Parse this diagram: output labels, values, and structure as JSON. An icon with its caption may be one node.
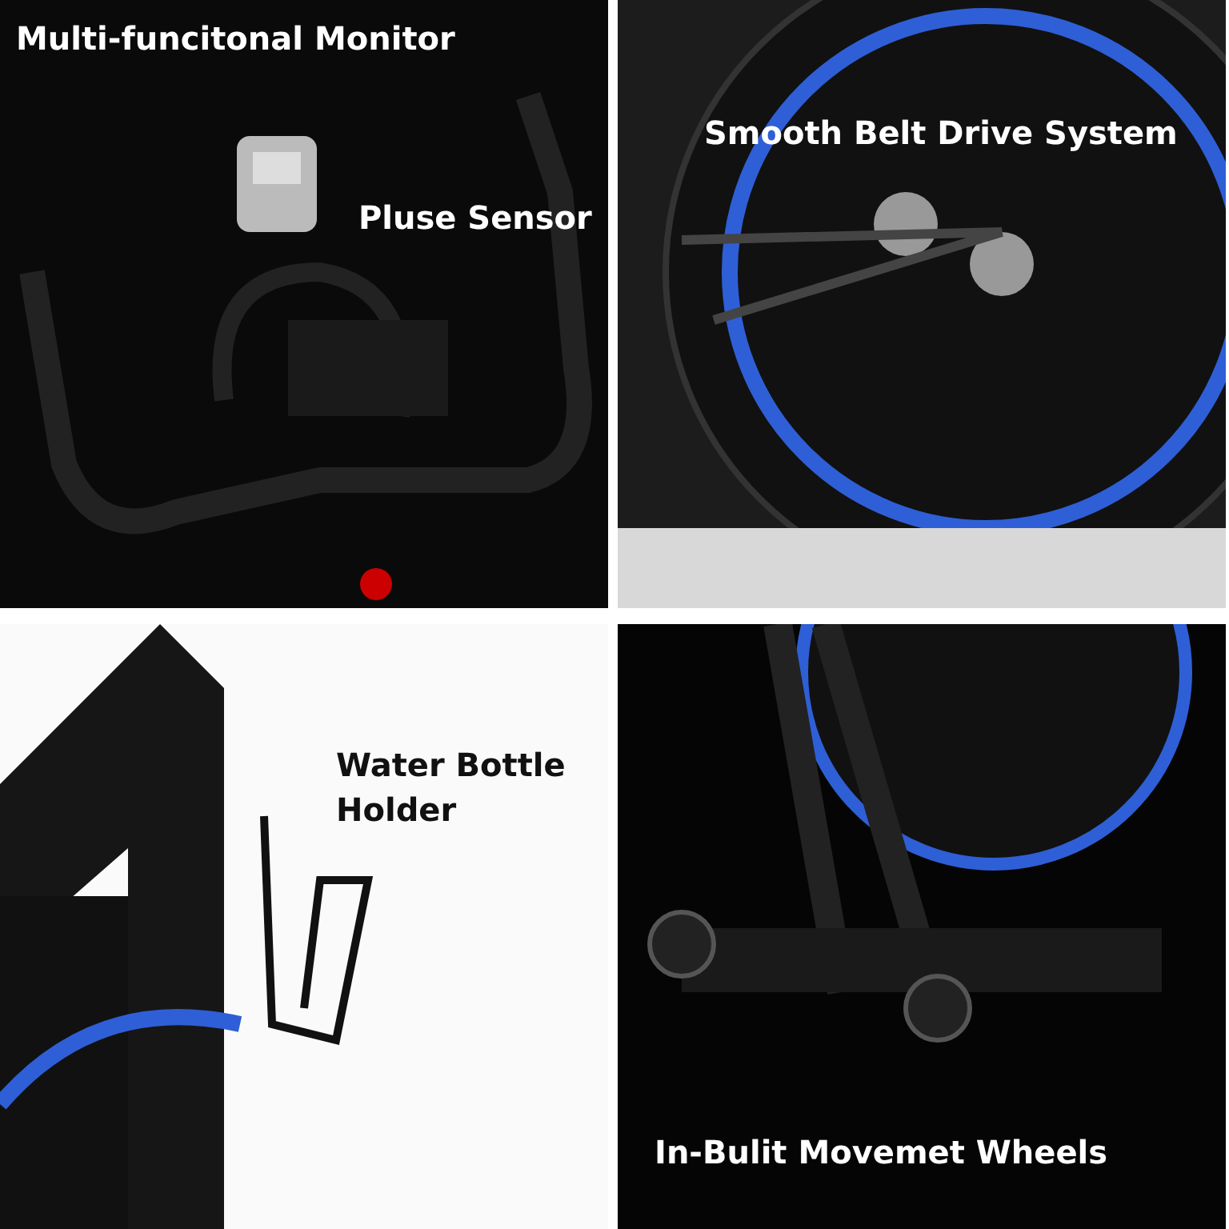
{
  "diagram": {
    "labels": [
      "Multi-funcitonal Monitor",
      "Pluse Sensor",
      "Smooth Belt Drive System",
      "Water Bottle Holder",
      "In-Bulit Movemet Wheels"
    ]
  }
}
